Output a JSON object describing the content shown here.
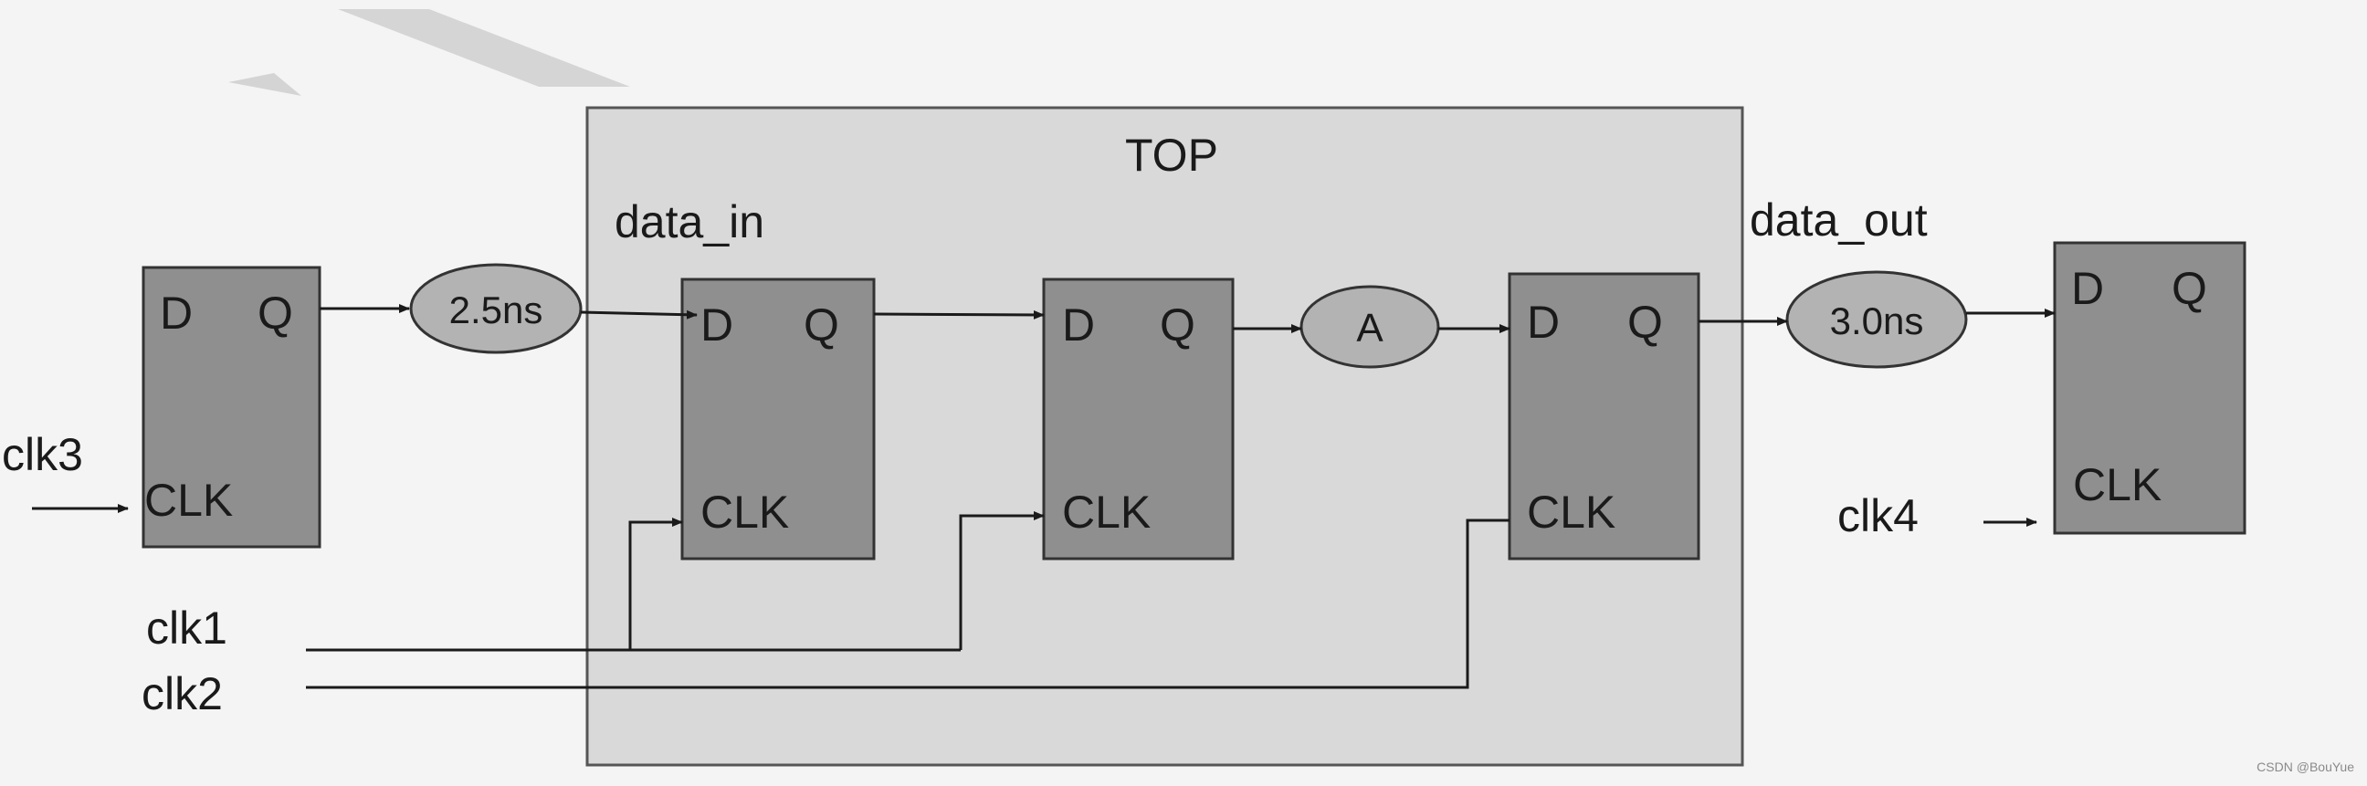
{
  "top_label": "TOP",
  "port_labels": {
    "data_in": "data_in",
    "data_out": "data_out"
  },
  "clock_labels": {
    "clk1": "clk1",
    "clk2": "clk2",
    "clk3": "clk3",
    "clk4": "clk4"
  },
  "flipflops": [
    {
      "id": "ff-ext-in",
      "d": "D",
      "q": "Q",
      "clk": "CLK"
    },
    {
      "id": "ff-top-1",
      "d": "D",
      "q": "Q",
      "clk": "CLK"
    },
    {
      "id": "ff-top-2",
      "d": "D",
      "q": "Q",
      "clk": "CLK"
    },
    {
      "id": "ff-top-3",
      "d": "D",
      "q": "Q",
      "clk": "CLK"
    },
    {
      "id": "ff-ext-out",
      "d": "D",
      "q": "Q",
      "clk": "CLK"
    }
  ],
  "delays": {
    "input": "2.5ns",
    "logic": "A",
    "output": "3.0ns"
  },
  "watermark": "CSDN @BouYue",
  "colors": {
    "background": "#f4f4f4",
    "top_block": "#d9d9d9",
    "flipflop": "#8f8f8f",
    "delay_ellipse": "#b3b3b3",
    "wire": "#1a1a1a"
  }
}
